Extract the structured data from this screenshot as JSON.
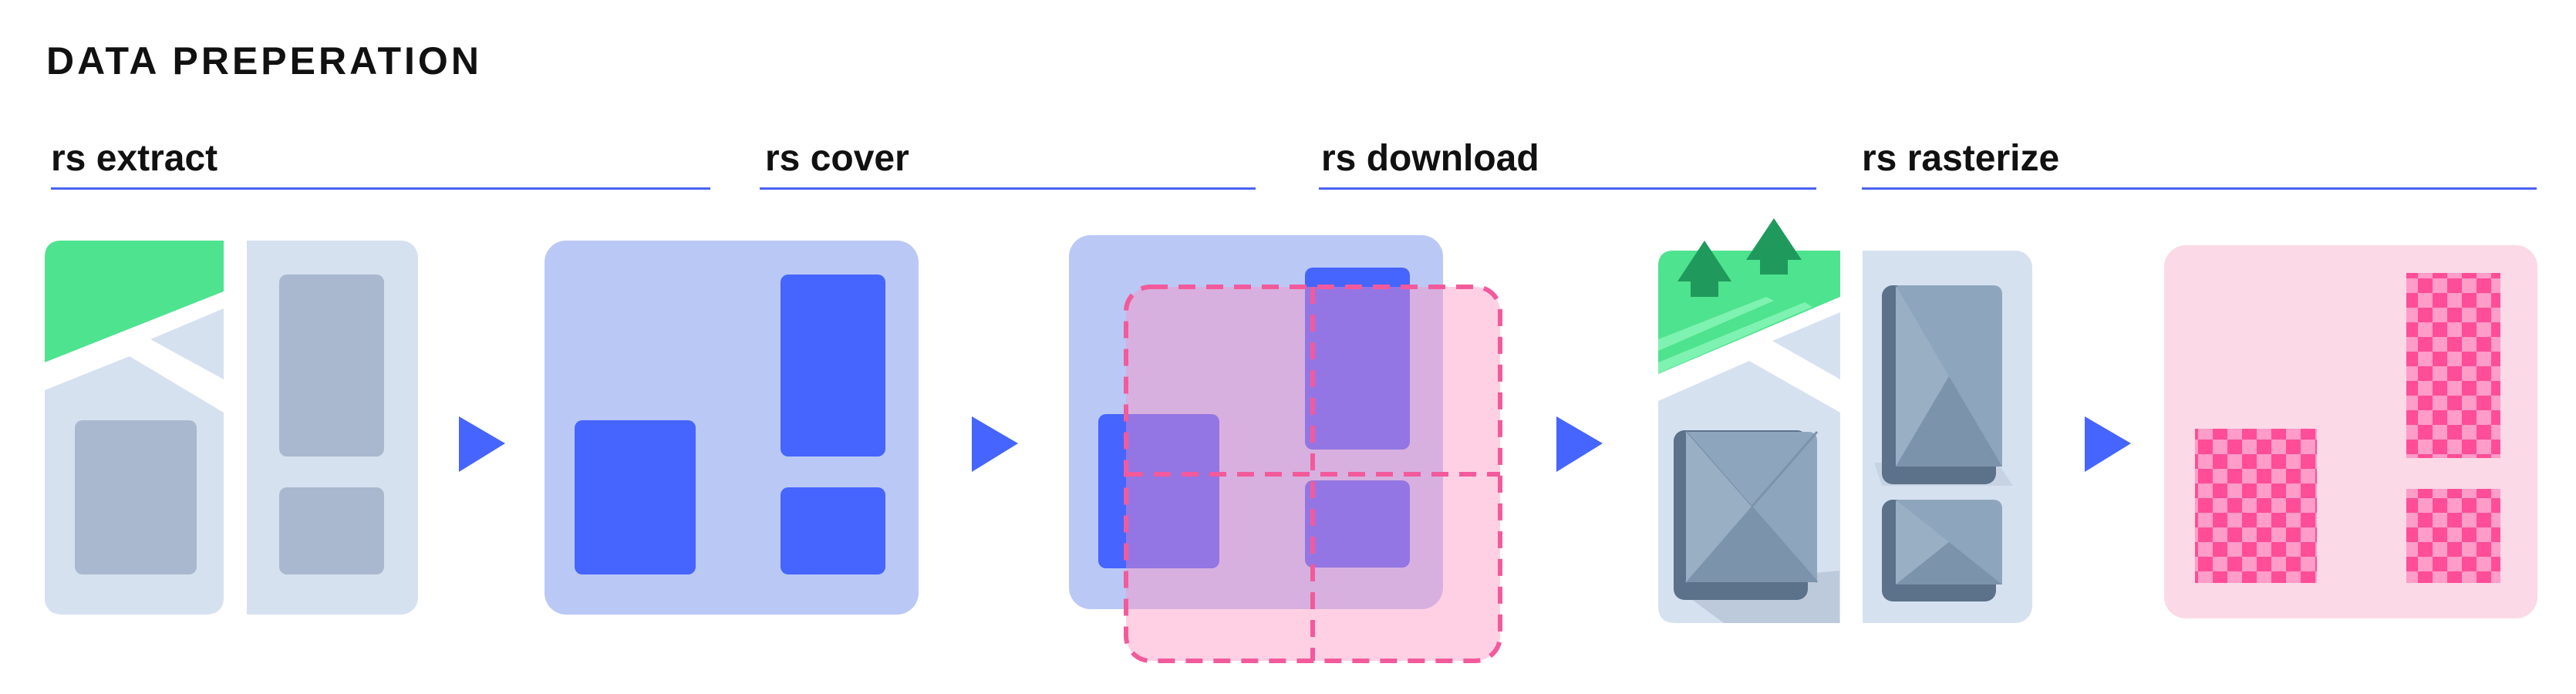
{
  "title": "DATA PREPERATION",
  "steps": [
    {
      "label": "rs extract"
    },
    {
      "label": "rs cover"
    },
    {
      "label": "rs download"
    },
    {
      "label": "rs rasterize"
    }
  ],
  "colors": {
    "accent_blue": "#4565fe",
    "rule_blue": "#4a63f0",
    "panel_light_blue": "#d6e1f0",
    "panel_mid_blue": "#bac8f6",
    "building_gray": "#a9b8ce",
    "park_green": "#4ee38e",
    "tree_green": "#1f9a5c",
    "tile_pink": "#f25a9b",
    "tile_pink_fill": "#ff8fbf",
    "mask_pink_bg": "#fbd9e6",
    "checker_dark": "#ff4d98",
    "checker_light": "#ff9cc8",
    "roof_gray": "#8ea6bd",
    "roof_dark": "#5c718a",
    "arrow_blue": "#4565fe"
  }
}
